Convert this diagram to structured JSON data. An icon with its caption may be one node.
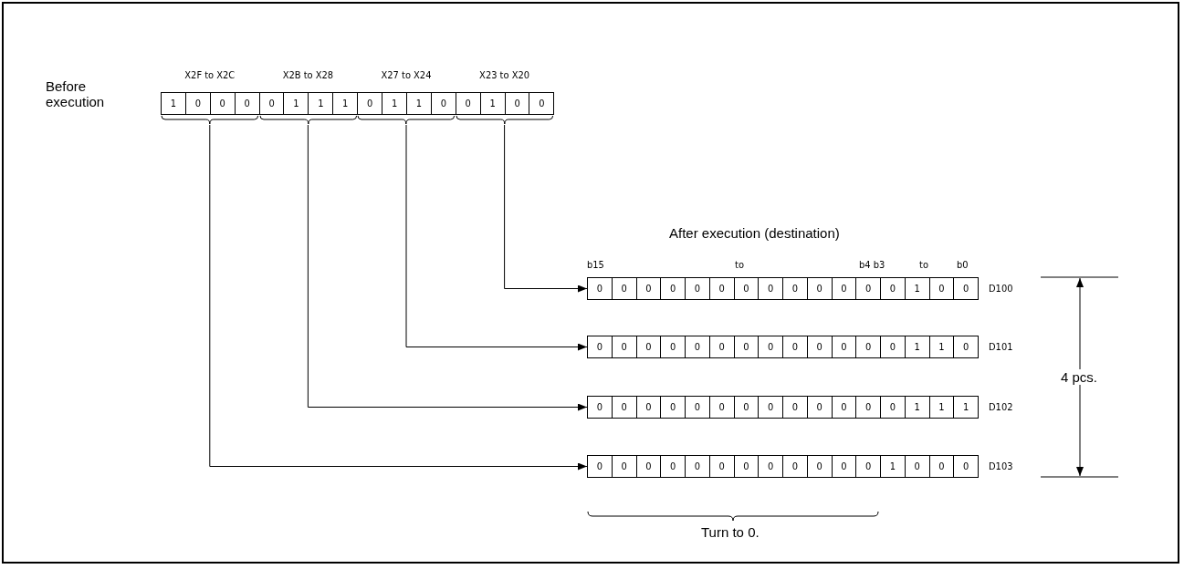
{
  "diagram": {
    "nodes": [
      {
        "text": [
          "X2F to X2C",
          "1",
          "0",
          "0",
          "0"
        ]
      },
      {
        "text": [
          "X2B to X28",
          "0",
          "1",
          "1",
          "1"
        ]
      },
      {
        "text": [
          "X27 to X24",
          "0",
          "1",
          "1",
          "0"
        ]
      },
      {
        "text": [
          "X23 to X20",
          "0",
          "1",
          "0",
          "0"
        ]
      },
      {
        "text": [
          "0",
          "0",
          "0",
          "0",
          "0",
          "0",
          "0",
          "0",
          "0",
          "0",
          "0",
          "0",
          "0",
          "1",
          "0",
          "0"
        ],
        "beside": [
          "D100"
        ]
      },
      {
        "text": [
          "0",
          "0",
          "0",
          "0",
          "0",
          "0",
          "0",
          "0",
          "0",
          "0",
          "0",
          "0",
          "0",
          "1",
          "1",
          "0"
        ],
        "beside": [
          "D101"
        ]
      },
      {
        "text": [
          "0",
          "0",
          "0",
          "0",
          "0",
          "0",
          "0",
          "0",
          "0",
          "0",
          "0",
          "0",
          "0",
          "1",
          "1",
          "1"
        ],
        "beside": [
          "D102"
        ]
      },
      {
        "text": [
          "0",
          "0",
          "0",
          "0",
          "0",
          "0",
          "0",
          "0",
          "0",
          "0",
          "0",
          "0",
          "1",
          "0",
          "0",
          "0"
        ],
        "beside": [
          "D103"
        ]
      }
    ],
    "edges": [
      {
        "from": 3,
        "to": 4,
        "arrow": "to"
      },
      {
        "from": 2,
        "to": 5,
        "arrow": "to"
      },
      {
        "from": 1,
        "to": 6,
        "arrow": "to"
      },
      {
        "from": 0,
        "to": 7,
        "arrow": "to"
      }
    ],
    "labels": [
      "Before execution",
      "After execution (destination)",
      "b15",
      "to",
      "b4 b3",
      "to",
      "b0",
      "4 pcs.",
      "Turn to 0."
    ]
  }
}
